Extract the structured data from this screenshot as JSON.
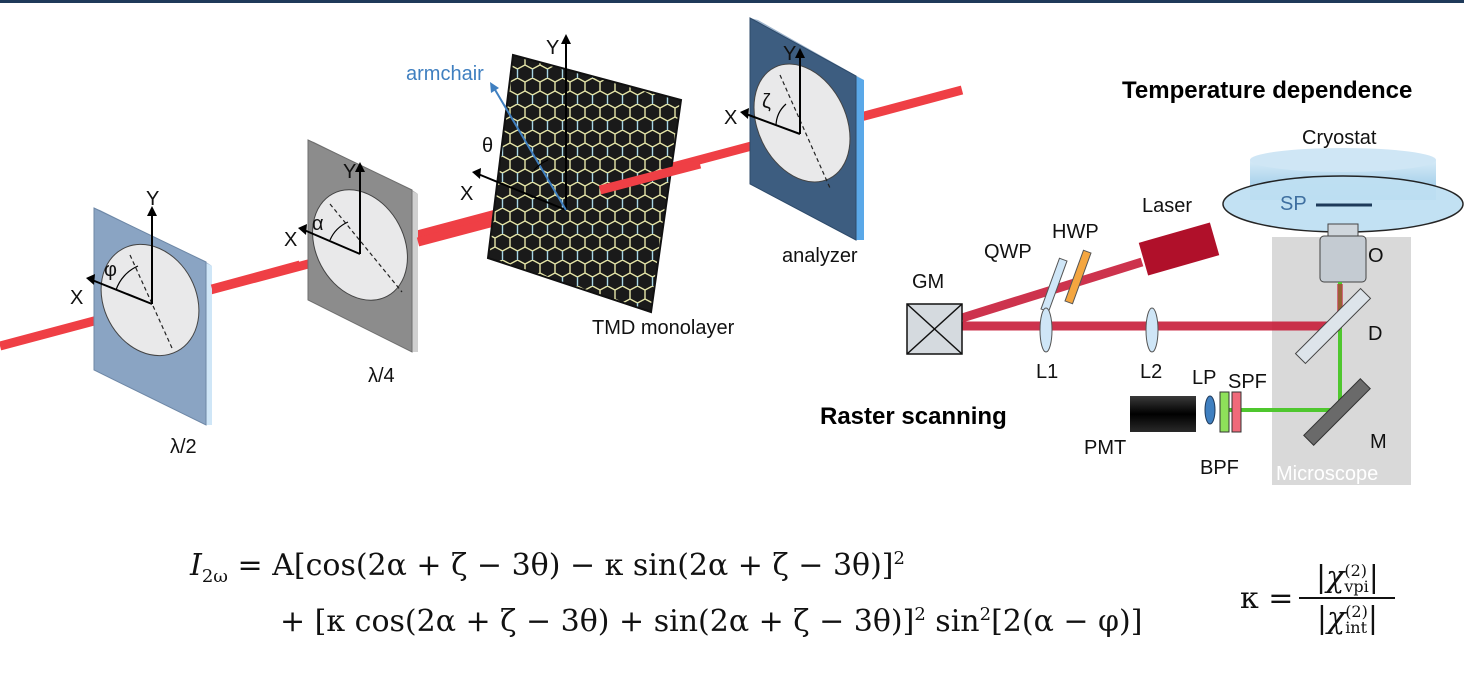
{
  "colors": {
    "beam": "#e8363b",
    "beam_dark": "#b0102a",
    "green_beam": "#4fc72e",
    "plate_blue": "#8aa4c3",
    "plate_gray": "#8c8c8c",
    "analyzer_blue": "#3d5d80",
    "edge_blue": "#a9d2f3",
    "armchair": "#3f7fc0",
    "header_bar": "#1f3a5a"
  },
  "left_setup": {
    "half_wave_label": "λ/2",
    "quarter_wave_label": "λ/4",
    "sample_label": "TMD monolayer",
    "analyzer_label": "analyzer",
    "armchair_label": "armchair",
    "axis_x": "X",
    "axis_y": "Y",
    "angle_phi": "φ",
    "angle_alpha": "α",
    "angle_theta": "θ",
    "angle_zeta": "ζ"
  },
  "right_setup": {
    "title_temperature": "Temperature dependence",
    "title_raster": "Raster scanning",
    "cryostat": "Cryostat",
    "sp": "SP",
    "laser": "Laser",
    "qwp": "QWP",
    "hwp": "HWP",
    "gm": "GM",
    "l1": "L1",
    "l2": "L2",
    "objective": "O",
    "dichroic": "D",
    "mirror": "M",
    "lp": "LP",
    "spf": "SPF",
    "bpf": "BPF",
    "pmt": "PMT",
    "microscope": "Microscope"
  },
  "equation": {
    "lhs": "I",
    "lhs_sub": "2ω",
    "line1_a": " = A[cos(2α + ζ − 3θ) − κ sin(2α + ζ − 3θ)]",
    "line1_sup": "2",
    "line2_a": "+ [κ cos(2α + ζ − 3θ) + sin(2α + ζ − 3θ)]",
    "line2_sup": "2",
    "line2_b": " sin",
    "line2_sup2": "2",
    "line2_c": "[2(α − φ)]",
    "kappa": "κ = ",
    "numerator_chi": "|χ",
    "numerator_sup": "(2)",
    "numerator_sub": "vpi",
    "numerator_end": "|",
    "denominator_chi": "|χ",
    "denominator_sup": "(2)",
    "denominator_sub": "int",
    "denominator_end": "|"
  }
}
